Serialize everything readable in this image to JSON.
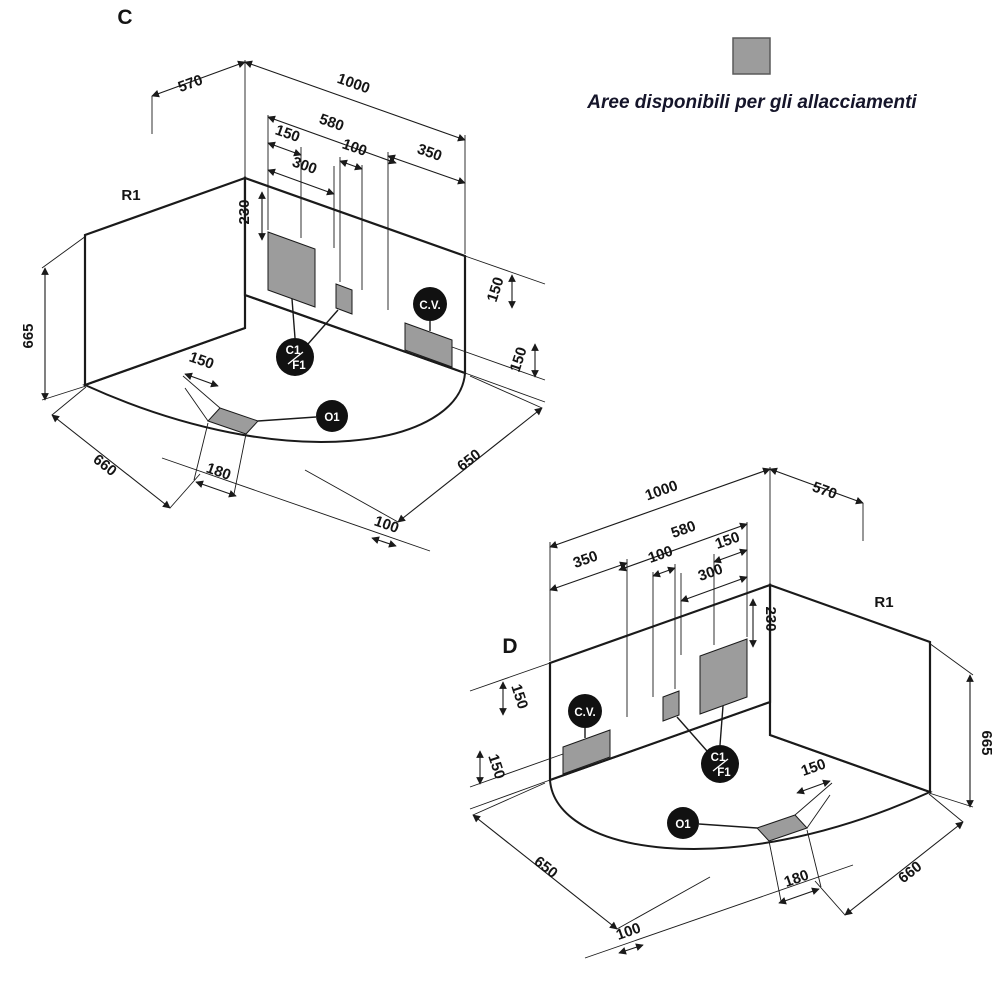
{
  "legend": {
    "label": "Aree disponibili per gli allacciamenti"
  },
  "colors": {
    "patch": "#9c9c9c",
    "callout": "#111111"
  },
  "diagram_c": {
    "title": "C",
    "wall_label": "R1",
    "callouts": {
      "cv": "C.V.",
      "c1": "C1",
      "f1": "F1",
      "o1": "O1"
    },
    "dims": {
      "side_570": "570",
      "top_1000": "1000",
      "sub_580": "580",
      "sub_150": "150",
      "sub_300": "300",
      "sub_100": "100",
      "sub_350": "350",
      "vert_230": "230",
      "height_665": "665",
      "edge_660": "660",
      "edge_650": "650",
      "right_150_upper": "150",
      "right_150_lower": "150",
      "base_150": "150",
      "base_180": "180",
      "base_100": "100"
    }
  },
  "diagram_d": {
    "title": "D",
    "wall_label": "R1",
    "callouts": {
      "cv": "C.V.",
      "c1": "C1",
      "f1": "F1",
      "o1": "O1"
    },
    "dims": {
      "side_570": "570",
      "top_1000": "1000",
      "sub_580": "580",
      "sub_150": "150",
      "sub_300": "300",
      "sub_100": "100",
      "sub_350": "350",
      "vert_230": "230",
      "height_665": "665",
      "edge_660": "660",
      "edge_650": "650",
      "right_150_upper": "150",
      "right_150_lower": "150",
      "base_150": "150",
      "base_180": "180",
      "base_100": "100"
    }
  }
}
